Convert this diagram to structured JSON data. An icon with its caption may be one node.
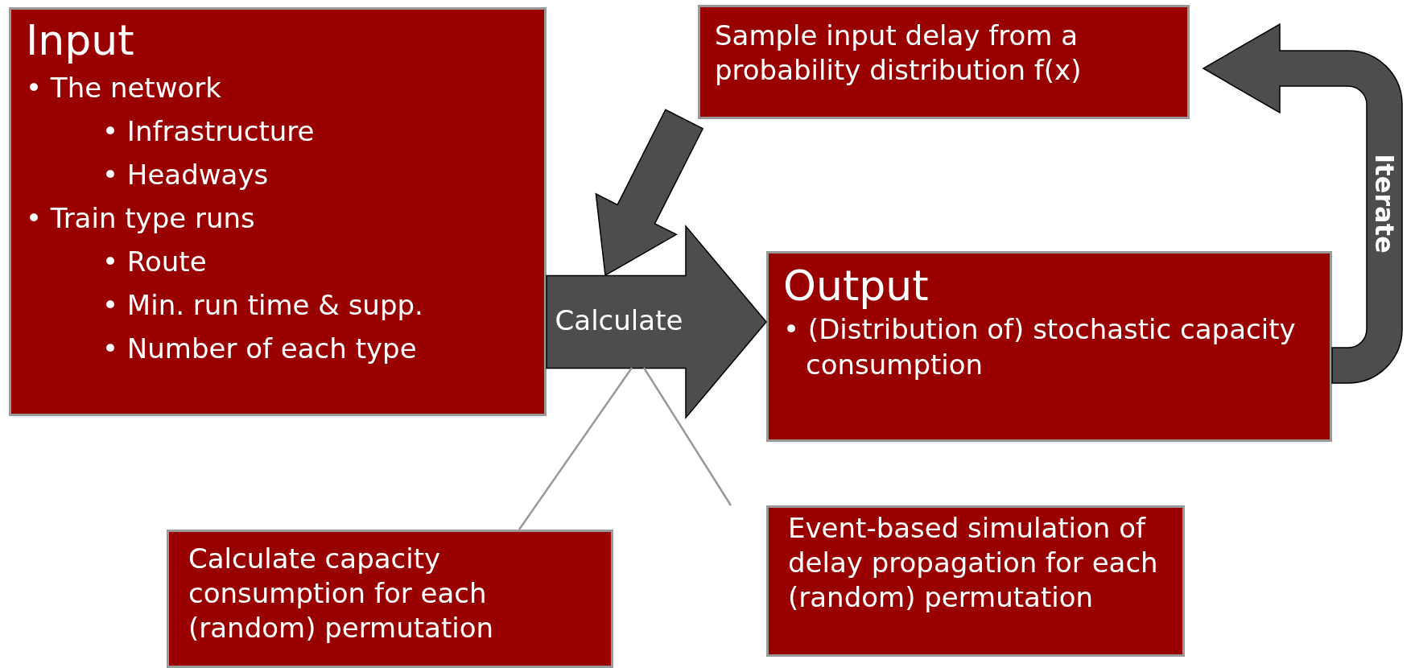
{
  "diagram": {
    "nodes": [
      {
        "text": [
          "Input",
          "• The network",
          "• Infrastructure",
          "• Headways",
          "• Train type runs",
          "• Route",
          "• Min. run time & supp.",
          "• Number of each type"
        ]
      },
      {
        "text": [
          "Sample input delay from a probability distribution f(x)"
        ]
      },
      {
        "text": [
          "Output",
          "• (Distribution of) stochastic capacity consumption"
        ]
      },
      {
        "text": [
          "Calculate capacity consumption for each (random) permutation"
        ]
      },
      {
        "text": [
          "Event-based simulation of delay propagation for each (random) permutation"
        ]
      }
    ],
    "edges": [
      {
        "from": 0,
        "to": 2,
        "arrow": "to",
        "style": "thick",
        "color": "#4d4d4d",
        "label": "Calculate"
      },
      {
        "from": 1,
        "to": null,
        "arrow": "to",
        "style": "thick",
        "color": "#4d4d4d"
      },
      {
        "from": 2,
        "to": 1,
        "arrow": "to",
        "style": "thick",
        "color": "#4d4d4d",
        "label": "Iterate"
      },
      {
        "from": 3,
        "to": null,
        "arrow": "none"
      },
      {
        "from": 4,
        "to": null,
        "arrow": "none"
      }
    ]
  }
}
